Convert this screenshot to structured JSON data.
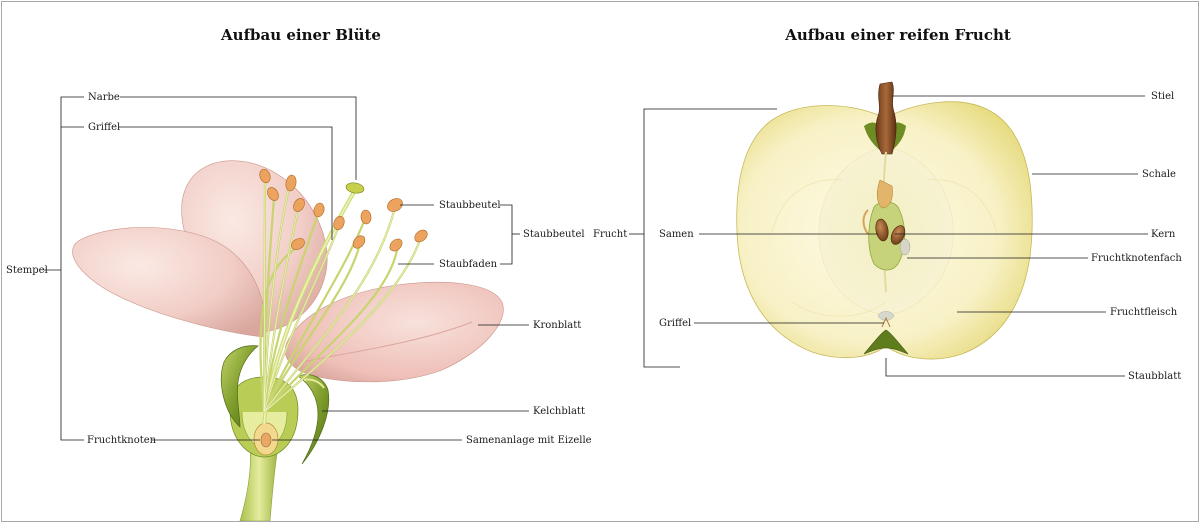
{
  "flower": {
    "title": "Aufbau einer Blüte",
    "labels": {
      "narbe": "Narbe",
      "griffel": "Griffel",
      "stempel": "Stempel",
      "fruchtknoten": "Fruchtknoten",
      "staubbeutel_part": "Staubbeutel",
      "staubbeutel_group": "Staubbeutel",
      "staubfaden": "Staubfaden",
      "kronblatt": "Kronblatt",
      "kelchblatt": "Kelchblatt",
      "samenanlage": "Samenanlage mit Eizelle"
    }
  },
  "fruit": {
    "title": "Aufbau einer reifen Frucht",
    "labels": {
      "frucht": "Frucht",
      "samen": "Samen",
      "griffel": "Griffel",
      "stiel": "Stiel",
      "schale": "Schale",
      "kern": "Kern",
      "fruchtknotenfach": "Fruchtknotenfach",
      "fruchtfleisch": "Fruchtfleisch",
      "staubblatt": "Staubblatt"
    }
  },
  "colors": {
    "petal": "#f0cfc8",
    "petal_shadow": "#d8a9a0",
    "stamen": "#e8efa6",
    "anther": "#e9a25a",
    "sepal": "#7c9a2a",
    "apple_flesh": "#fbf6cf",
    "apple_skin": "#e6dc7c",
    "stem": "#8a5228"
  }
}
